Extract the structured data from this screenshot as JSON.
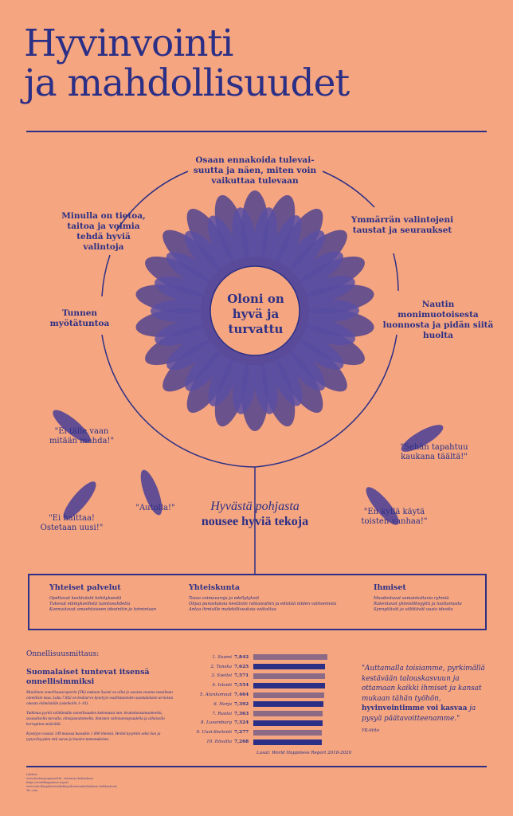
{
  "title": {
    "line1": "Hyvinvointi",
    "line2": "ja mahdollisuudet"
  },
  "circle": {
    "center": "Oloni on hyvä ja turvattu",
    "labels": [
      "Osaan ennakoida tulevai-suutta ja näen, miten voin vaikuttaa tulevaan",
      "Ymmärrän valintojeni taustat ja seuraukset",
      "Nautin monimuotoisesta luonnosta ja pidän siitä huolta",
      "Tunnen myötätuntoa",
      "Minulla on tietoa, taitoa ja voimia tehdä hyviä valintoja"
    ]
  },
  "quotes": [
    "\"Ei tälle vaan mitään mahda!\"",
    "\"Ei haittaa! Ostetaan uusi!\"",
    "\"Autolla!\"",
    "\"Sehän tapahtuu kaukana täältä!\"",
    "\"En kyllä käytä toisten vanhaa!\""
  ],
  "tagline": {
    "line1": "Hyvästä pohjasta",
    "line2": "nousee hyviä tekoja"
  },
  "columns": [
    {
      "title": "Yhteiset palvelut",
      "items": [
        "Opettavat kestävästä kehityksestä",
        "Tukevat elämyksellistä luontosuhdetta",
        "Kannustavat omaehtoiseen ideointiin ja toimintaan"
      ]
    },
    {
      "title": "Yhteiskunta",
      "items": [
        "Tasaa voimavaroja ja edellytyksiä",
        "Ohjaa panostuksia kestäviin ratkaisuihin ja edistää niiden valitsemista",
        "Antaa ihmisille mahdollisuuksia vaikuttaa"
      ]
    },
    {
      "title": "Ihmiset",
      "items": [
        "Muodostavat samaistuttavia ryhmiä",
        "Rakentavat yhteisöllisyyttä ja luottamusta",
        "Synnyttävät ja välittävät uusia ideoita"
      ]
    }
  ],
  "happiness": {
    "kicker": "Onnellisuusmittaus:",
    "heading": "Suomalaiset tuntevat itsensä onnellisimmiksi",
    "p1": "Maailman onnellisuusraportin (YK) mukaan Suomi on ollut jo useana vuonna maailman onnellisin maa. Luku 7.842 on keskiarvo kyselyyn osallistuneiden suomalaisten arvioista omasta elämästään (asteikolla 1–10).",
    "p2": "Tutkimus pyrkii selittämään onnellisuuden kokemusta mm. bruttokansantuotteella, sosiaalisella turvalla, elinajanodotteella, ihmisten valinnanvapaudella ja alhaisella korruption määrällä.",
    "p3": "Kyselyyn vastasi 149 maassa kussakin 1 000 ihmistä. Heiltä kysyttiin sekä ilon ja tyytyväisyyden että surun ja huolen tuntemuksista."
  },
  "chart_data": {
    "type": "bar",
    "orientation": "horizontal",
    "categories": [
      "1. Suomi",
      "2. Tanska",
      "3. Sveitsi",
      "4. Islanti",
      "5. Alankomaat",
      "6. Norja",
      "7. Ruotsi",
      "8. Luxemburg",
      "9. Uusi-Seelanti",
      "10. Itävalta"
    ],
    "values": [
      7.842,
      7.625,
      7.571,
      7.554,
      7.464,
      7.392,
      7.363,
      7.324,
      7.277,
      7.268
    ],
    "value_labels": [
      "7,842",
      "7,625",
      "7,571",
      "7,554",
      "7,464",
      "7,392",
      "7,363",
      "7,324",
      "7,277",
      "7,268"
    ],
    "source": "Lusat: World Happiness Report 2018-2020",
    "colors": [
      "#8c6a86",
      "#2c2f86"
    ]
  },
  "quote": {
    "text": "\"Auttamalla toisiamme, pyrkimällä kestävään talouskasvuun ja ottamaan kaikki ihmiset ja kansat mukaan tähän työhön,",
    "bold": "hyvinvointimme voi kasvaa",
    "end": "ja pysyä päätavoitteenamme.\"",
    "author": "YK-liitto"
  },
  "sources": [
    "Lähteet:",
    "www.kestavyyspaneeli.fi/...kestavan-kehityksen",
    "https://worldhappiness.report",
    "www.stat.fi/tup/kestavakehitys/kestavankehityksen-indikaattorit",
    "Yle.com"
  ]
}
